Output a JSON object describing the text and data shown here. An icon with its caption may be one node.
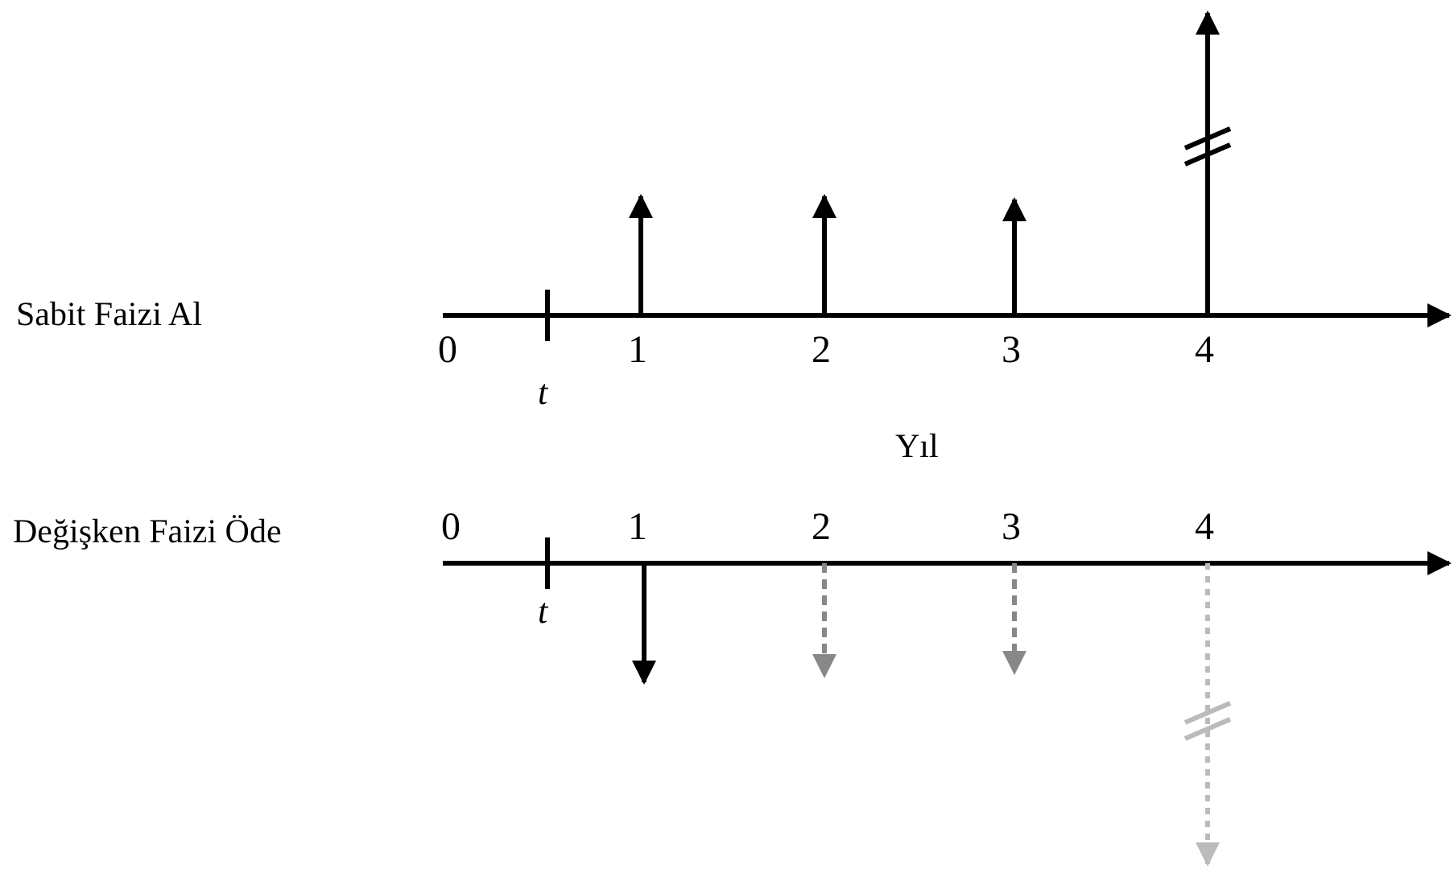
{
  "diagram": {
    "labels": [
      "Sabit Faizi Al",
      "0",
      "1",
      "2",
      "3",
      "4",
      "t",
      "Yıl",
      "Değişken Faizi Öde",
      "0",
      "1",
      "2",
      "3",
      "4",
      "t"
    ]
  }
}
